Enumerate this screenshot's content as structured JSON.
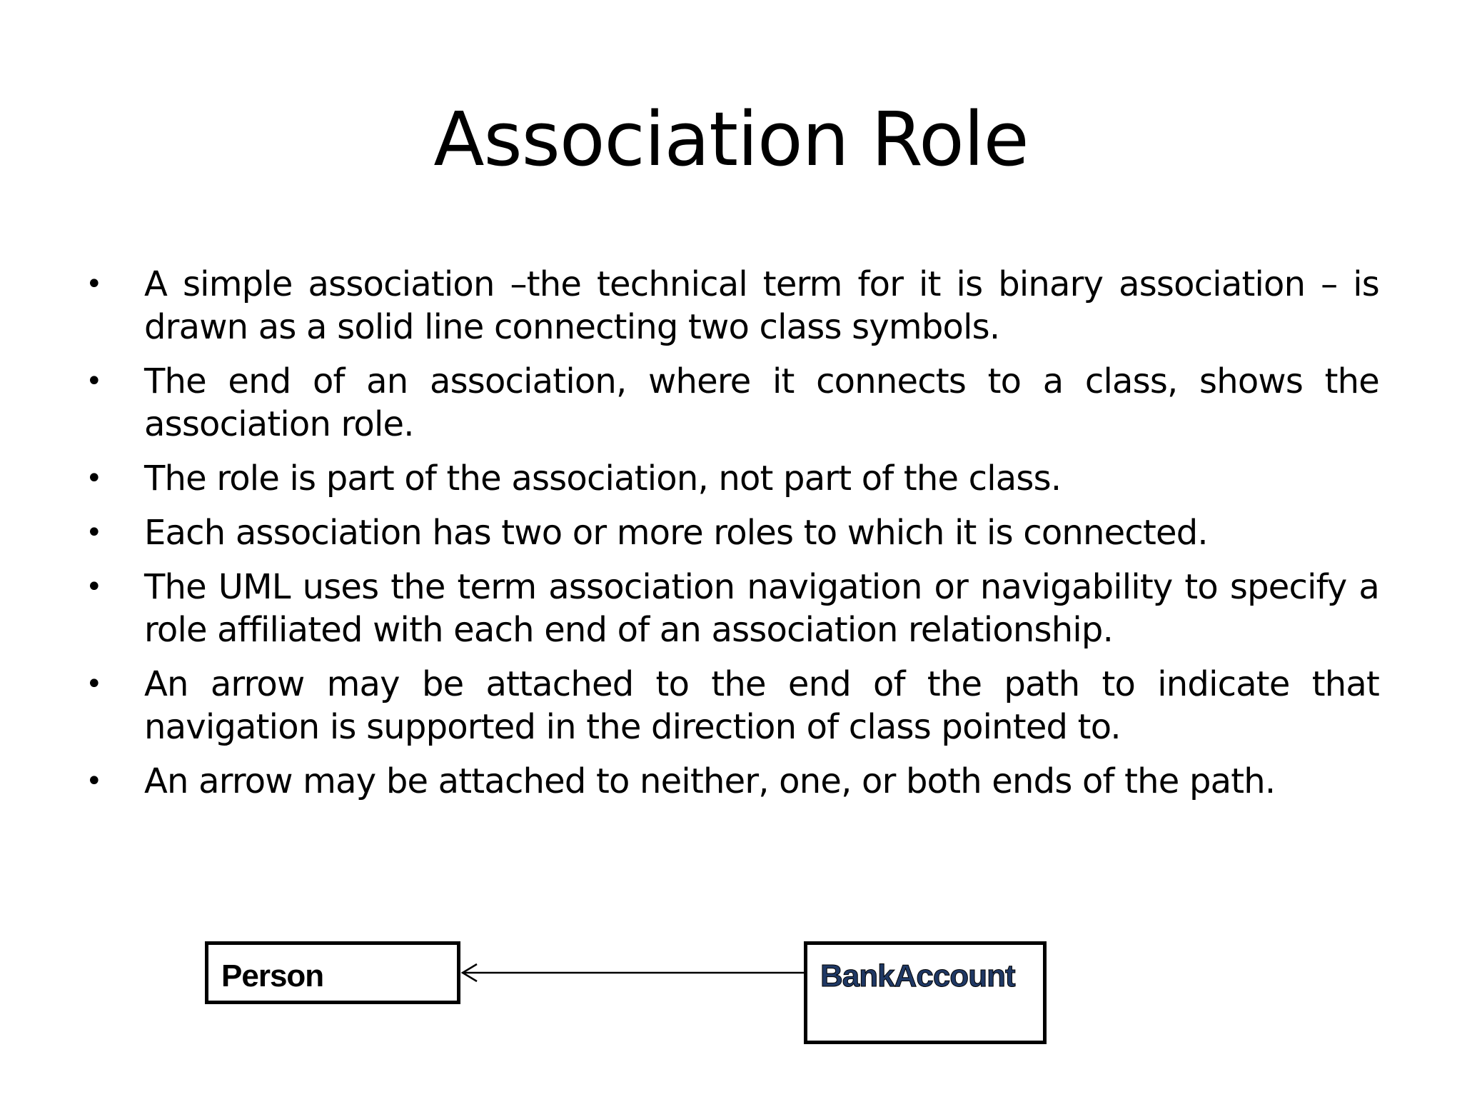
{
  "slide": {
    "title": "Association Role",
    "bullet_marker": "•",
    "bullets": [
      "A simple association –the technical term for it is binary association – is drawn as a solid line connecting two class symbols.",
      "The end of an association, where it connects to a class, shows the association role.",
      "The role is part of the association, not part of the class.",
      "Each association has two or more roles to which it is connected.",
      "The UML uses the term association navigation or navigability to specify a role affiliated with each end of an association relationship.",
      "An arrow may be attached to the end of the path to indicate that navigation is supported in the direction of class pointed to.",
      "An arrow may be attached to neither, one, or both ends of the path."
    ]
  },
  "diagram": {
    "classes": [
      {
        "name": "Person",
        "color": "#000000"
      },
      {
        "name": "BankAccount",
        "color": "#1f3864"
      }
    ],
    "association": {
      "from": "BankAccount",
      "to": "Person",
      "arrow": "open-arrowhead"
    }
  }
}
